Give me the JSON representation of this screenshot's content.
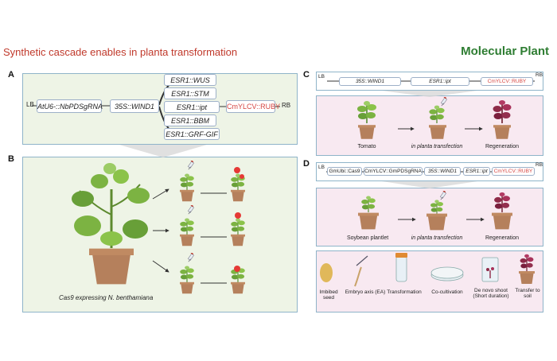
{
  "header": {
    "title": "Synthetic cascade enables in planta transformation",
    "journal": "Molecular Plant"
  },
  "panel_labels": {
    "a": "A",
    "b": "B",
    "c": "C",
    "d": "D"
  },
  "panel_a": {
    "lb": "LB",
    "rb": "RB",
    "guide": "AtU6-::NbPDSgRNA",
    "wind1": "35S::WIND1",
    "esr": [
      "ESR1::WUS",
      "ESR1::STM",
      "ESR1::ipt",
      "ESR1::BBM",
      "ESR1::GRF-GIF"
    ],
    "ruby": "CmYLCV::RUBY"
  },
  "panel_b": {
    "caption": "Cas9 expressing N. benthamiana"
  },
  "panel_c": {
    "lb": "LB",
    "rb": "RB",
    "construct": [
      "35S::WIND1",
      "ESR1::ipt",
      "CmYLCV::RUBY"
    ],
    "steps": [
      "Tomato",
      "in planta transfection",
      "Regeneration"
    ]
  },
  "panel_d": {
    "lb": "LB",
    "rb": "RB",
    "construct": [
      "GmUbi::Cas9",
      "CmYLCV::GmPDSgRNA",
      "35S::WIND1",
      "ESR1::ipt",
      "CmYLCV::RUBY"
    ],
    "steps": [
      "Soybean plantlet",
      "in planta transfection",
      "Regeneration"
    ],
    "workflow": [
      "Imbibed seed",
      "Embryo axis (EA)",
      "Transformation",
      "Co-cultivation",
      "De novo shoot (Short duration)",
      "Transfer to soil"
    ]
  },
  "colors": {
    "title": "#c0392b",
    "journal": "#2e7d32",
    "ruby": "#d64541",
    "panel_green": "#eef4e6",
    "panel_pink": "#f8e9f1",
    "leaf": "#7cb342",
    "pot": "#b5805c"
  }
}
